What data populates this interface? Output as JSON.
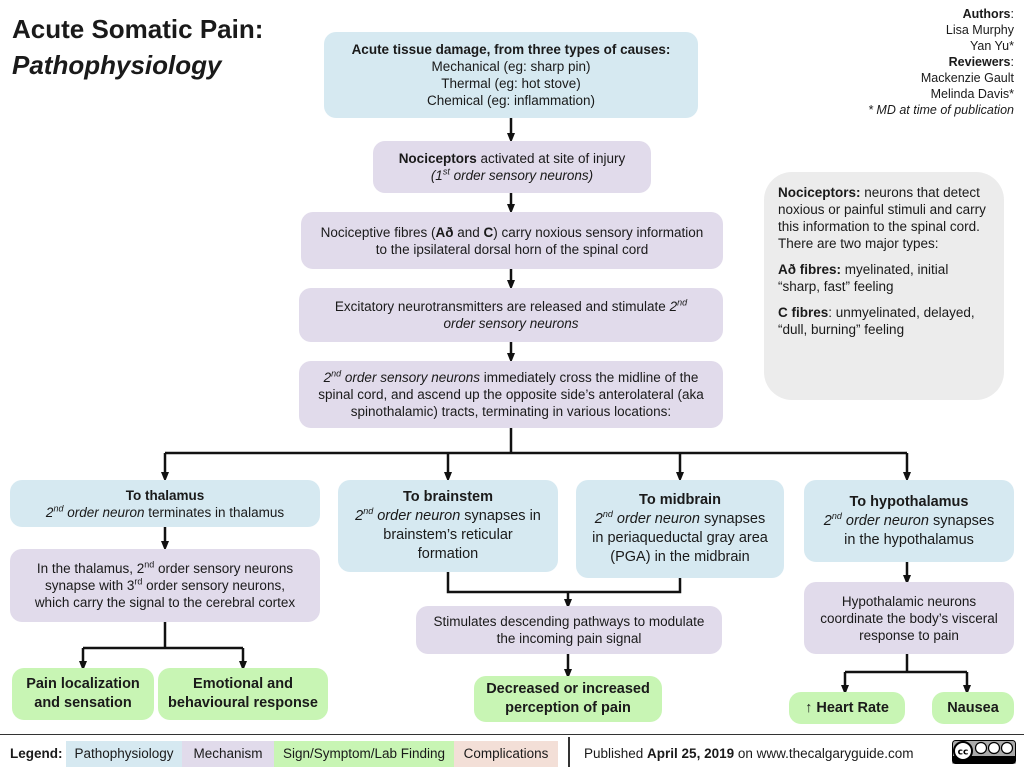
{
  "title": {
    "line1": "Acute Somatic Pain:",
    "line2": "Pathophysiology"
  },
  "authors": {
    "authors_label": "Authors",
    "author1": "Lisa Murphy",
    "author2": "Yan Yu*",
    "reviewers_label": "Reviewers",
    "reviewer1": "Mackenzie Gault",
    "reviewer2": "Melinda Davis*",
    "note": "* MD at time of publication"
  },
  "flow": {
    "cause": {
      "heading": "Acute tissue damage, from three types of causes:",
      "line1": "Mechanical (eg: sharp pin)",
      "line2": "Thermal (eg: hot stove)",
      "line3": "Chemical (eg: inflammation)"
    },
    "nociceptors": {
      "bold": "Nociceptors",
      "rest": " activated at site of injury",
      "sub_pre": "(1",
      "sub_sup": "st",
      "sub_post": " order sensory neurons)"
    },
    "fibres": {
      "t1": "Nociceptive fibres (",
      "b1": "Að",
      "t2": " and ",
      "b2": "C",
      "t3": ") carry noxious sensory information",
      "line2": "to the ipsilateral dorsal horn of the spinal cord"
    },
    "excitatory": {
      "t1": "Excitatory neurotransmitters are released and stimulate ",
      "i1": "2",
      "sup": "nd",
      "i2": "order sensory neurons"
    },
    "cross": {
      "i1": "2",
      "sup": "nd",
      "i2": " order sensory neurons",
      "t1": " immediately cross the midline of the",
      "line2": "spinal cord, and ascend up the opposite side’s anterolateral (aka",
      "line3": "spinothalamic) tracts, terminating in various locations:"
    }
  },
  "branches": {
    "thalamus": {
      "title": "To thalamus",
      "i1": "2",
      "sup": "nd",
      "i2": " order neuron",
      "rest": " terminates in thalamus"
    },
    "thalamus_sub": {
      "t1": "In the thalamus, 2",
      "sup1": "nd",
      "t2": " order sensory neurons",
      "t3": "synapse with 3",
      "sup2": "rd",
      "t4": " order sensory neurons,",
      "line3": "which carry the signal to the cerebral cortex"
    },
    "brainstem": {
      "title": "To brainstem",
      "i1": "2",
      "sup": "nd",
      "i2": " order neuron",
      "rest": " synapses in",
      "line2": "brainstem’s reticular",
      "line3": "formation"
    },
    "midbrain": {
      "title": "To midbrain",
      "i1": "2",
      "sup": "nd",
      "i2": " order neuron",
      "rest": " synapses",
      "line2": "in periaqueductal gray area",
      "line3": "(PGA) in the midbrain"
    },
    "hypothalamus": {
      "title": "To hypothalamus",
      "i1": "2",
      "sup": "nd",
      "i2": " order neuron",
      "rest": " synapses",
      "line2": "in the hypothalamus"
    },
    "descending": {
      "line1": "Stimulates descending pathways to modulate",
      "line2": "the incoming pain signal"
    },
    "hypo_sub": {
      "line1": "Hypothalamic neurons",
      "line2": "coordinate the body’s visceral",
      "line3": "response to pain"
    }
  },
  "outcomes": {
    "localization": {
      "line1": "Pain localization",
      "line2": "and sensation"
    },
    "emotional": {
      "line1": "Emotional and",
      "line2": "behavioural response"
    },
    "perception": {
      "line1": "Decreased or increased",
      "line2": "perception of pain"
    },
    "heart_rate": {
      "arrow": "↑",
      "label": " Heart Rate"
    },
    "nausea": "Nausea"
  },
  "infobox": {
    "p1_bold": "Nociceptors:",
    "p1_rest": " neurons that detect noxious or painful stimuli and carry this information to the spinal cord. There are two major types:",
    "p2_bold": "Að fibres:",
    "p2_rest": " myelinated, initial “sharp, fast” feeling",
    "p3_bold": "C fibres",
    "p3_rest": ": unmyelinated, delayed, “dull, burning” feeling"
  },
  "legend": {
    "label": "Legend:",
    "pathophysiology": "Pathophysiology",
    "mechanism": "Mechanism",
    "sign": "Sign/Symptom/Lab Finding",
    "complications": "Complications",
    "published_pre": "Published ",
    "published_date": "April 25, 2019",
    "published_post": " on www.thecalgaryguide.com",
    "license": "cc by nc sa"
  },
  "colors": {
    "pathophysiology": "#d6e9f1",
    "mechanism": "#e1dbeb",
    "sign": "#c8f5b4",
    "complications": "#f3dfd7",
    "infobox": "#ececec",
    "lines": "#111111"
  },
  "icons": {
    "license": "creative-commons-icon"
  }
}
